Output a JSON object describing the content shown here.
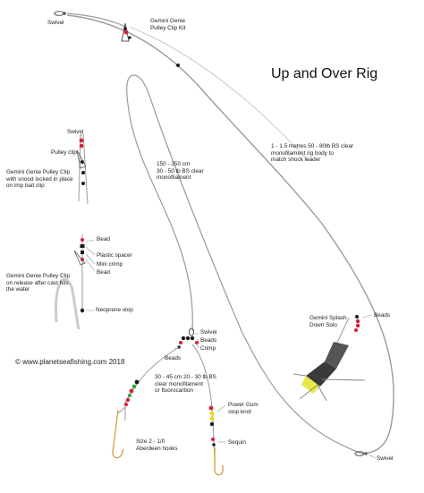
{
  "title": "Up and Over Rig",
  "copyright": "© www.planetseafishing.com 2018",
  "labels": {
    "swivel_top": "Swivel",
    "gemini_genie_kit": "Gemini Genie\nPulley Clip Kit",
    "mainline_desc": "1 - 1.5 metres 50 - 80lb BS clear\nmonofilament rig body to\nmatch shock leader",
    "rig_length_desc": "150 - 250 cm\n30 - 50 lb BS clear\nmonofilament",
    "clip_swivel": "Swivel",
    "pulley_clip": "Pulley clip",
    "clip_locked_desc": "Gemini Genie Pulley Clip\nwith snood locked in place\non imp bait clip",
    "bead_1": "Bead",
    "plastic_spacer": "Plastic spacer",
    "mini_crimp": "Mini crimp",
    "bead_2": "Bead",
    "clip_release_desc": "Gemini Genie Pulley Clip\non release after cast hits\nthe water",
    "neoprene_stop": "Neoprene stop",
    "lower_swivel": "Swivel",
    "lower_beads": "Beads",
    "crimp": "Crimp",
    "beads_left": "Beads",
    "snood_desc": "30 - 45 cm 20 - 30 lb BS\nclear monofilament\nor fluorocarbon",
    "power_gum": "Power Gum\nstop knot",
    "sequin": "Sequin",
    "hooks": "Size 2 - 1/0\nAberdeen hooks",
    "splash_down": "Gemini Splash\nDown Solo",
    "beads_right": "Beads",
    "swivel_bottom": "Swivel"
  },
  "colors": {
    "line": "#7a7a7a",
    "bead_red": "#d6203a",
    "bead_black": "#1a1a1a",
    "bead_green": "#3aa648",
    "bead_yellow": "#f2d21b",
    "lead_yellow": "#e8e84a",
    "lead_dark": "#3a3a3a"
  }
}
